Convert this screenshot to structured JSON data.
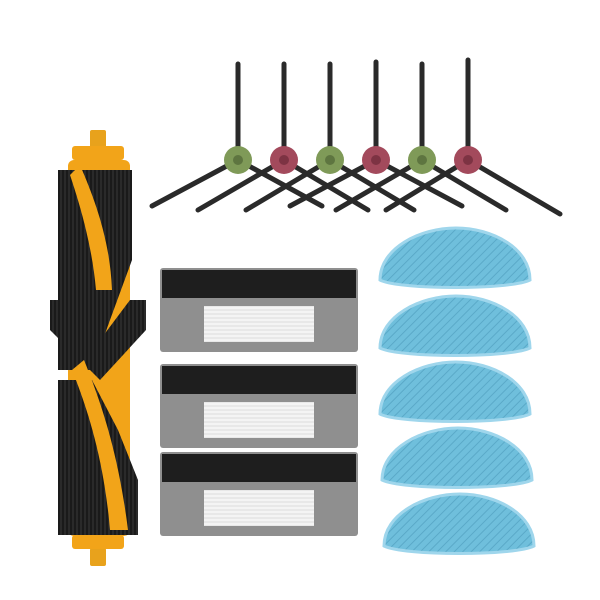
{
  "product": {
    "main_brush_count": 1,
    "side_brush_count": 6,
    "filter_count": 3,
    "mop_pad_count": 5
  },
  "colors": {
    "background": "#ffffff",
    "roller_yellow": "#f2a419",
    "roller_dark": "#1a1a1a",
    "side_brush_hubs": [
      "#7f9a58",
      "#a34a5c",
      "#7f9a58",
      "#a34a5c",
      "#7f9a58",
      "#a34a5c"
    ],
    "filter_frame": "#8f8f8f",
    "filter_sponge": "#1e1e1e",
    "filter_media": "#f4f4f4",
    "mop_blue": "#6fbfdc",
    "mop_edge": "#9fd6ec"
  },
  "icons": {
    "main_brush": "roller-brush-icon",
    "side_brush": "side-brush-icon",
    "filter": "hepa-filter-icon",
    "mop_pad": "mop-pad-icon"
  }
}
